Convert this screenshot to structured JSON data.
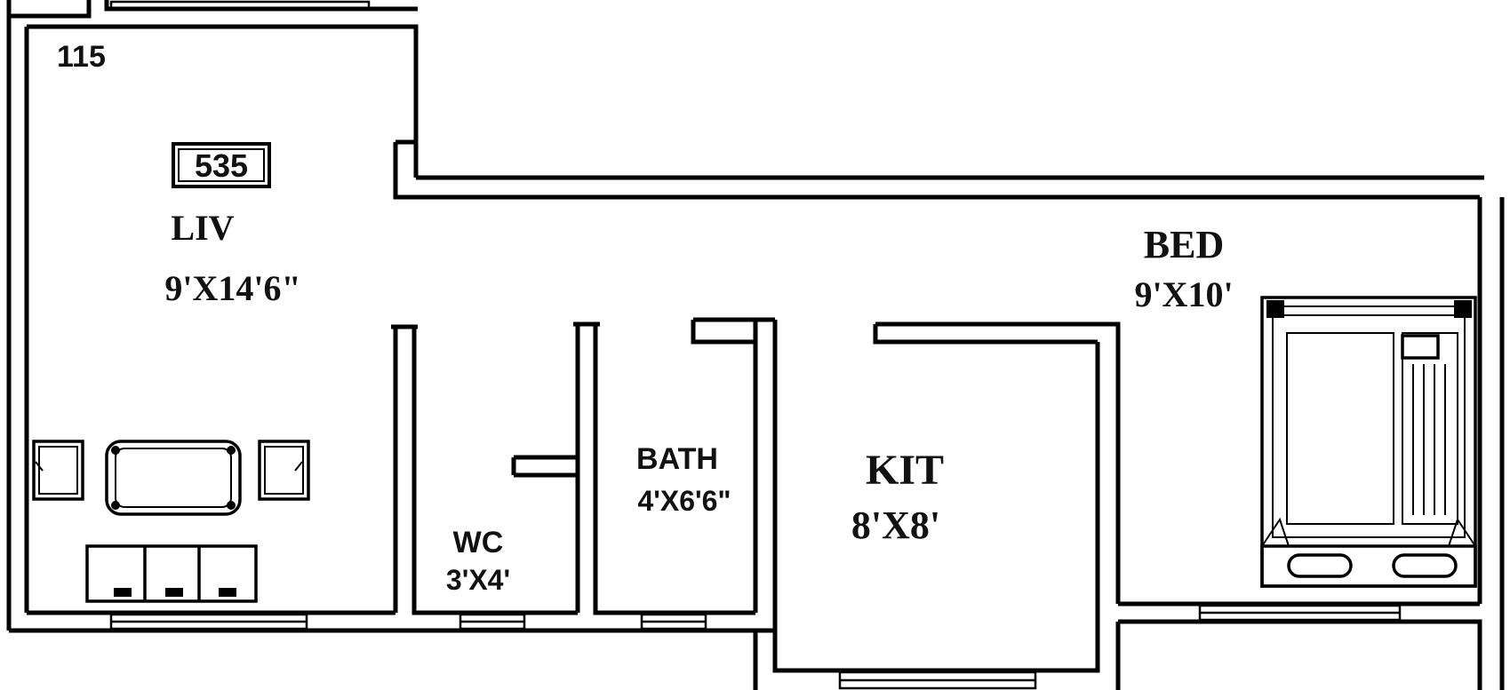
{
  "plan": {
    "unit_number": "115",
    "area_badge": "535",
    "rooms": [
      {
        "id": "liv",
        "name": "LIV",
        "size": "9'X14'6\""
      },
      {
        "id": "bed",
        "name": "BED",
        "size": "9'X10'"
      },
      {
        "id": "bath",
        "name": "BATH",
        "size": "4'X6'6\""
      },
      {
        "id": "kit",
        "name": "KIT",
        "size": "8'X8'"
      },
      {
        "id": "wc",
        "name": "WC",
        "size": "3'X4'"
      }
    ]
  },
  "colors": {
    "line": "#000000",
    "background": "#ffffff"
  }
}
